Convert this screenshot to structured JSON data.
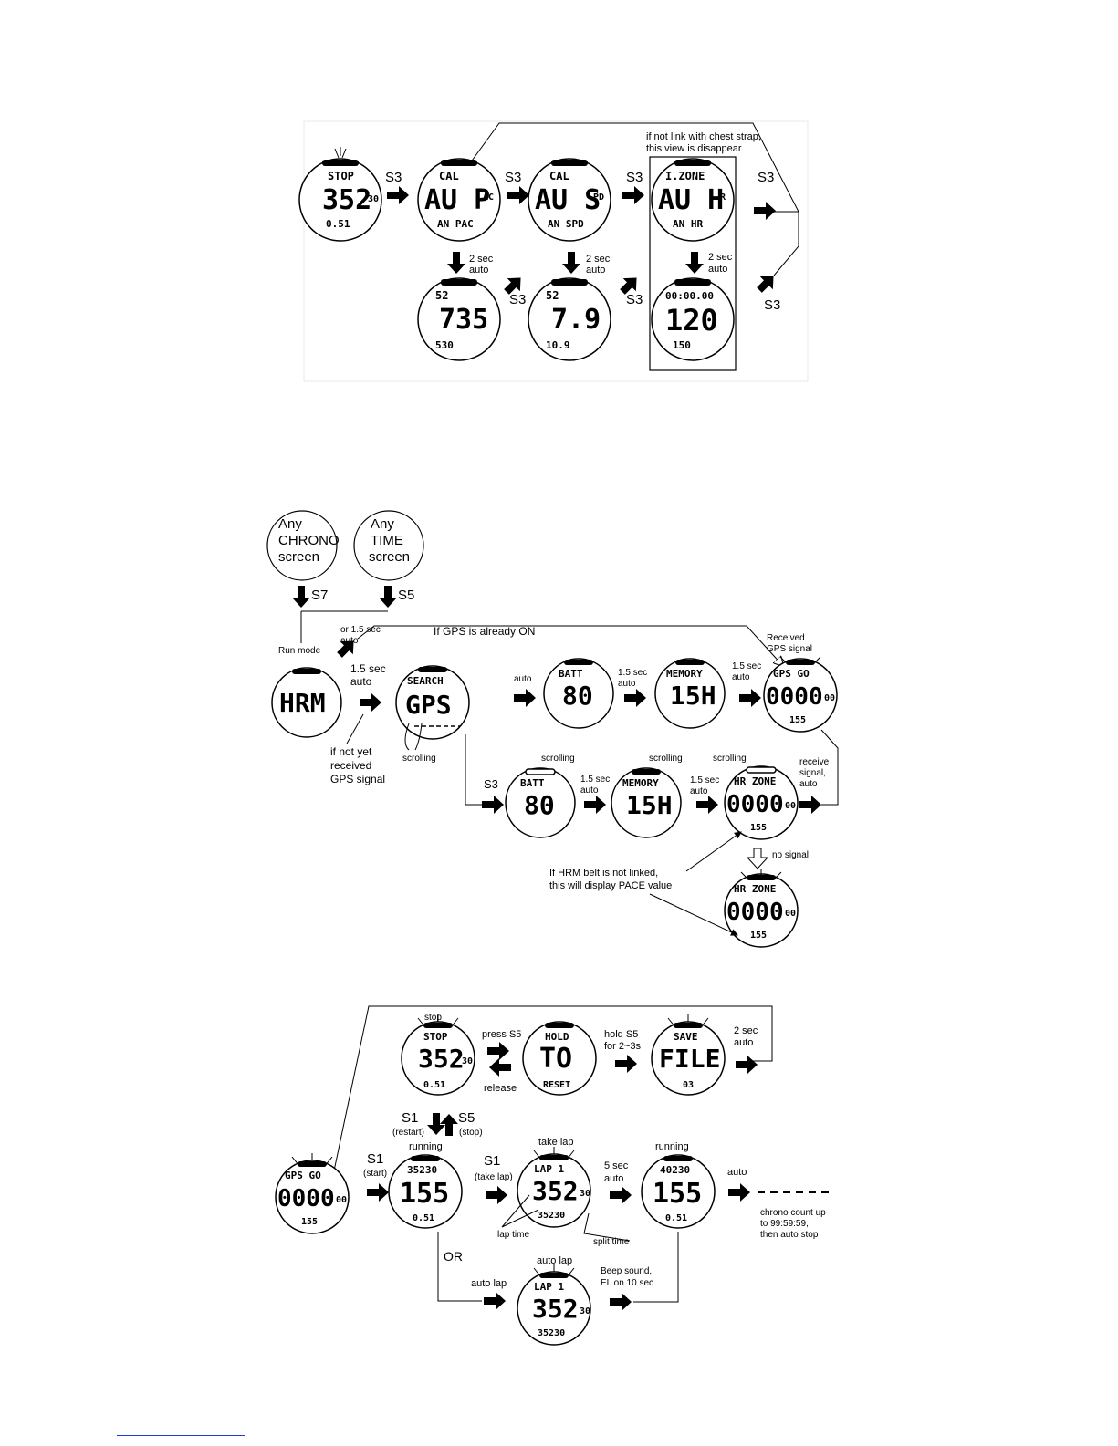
{
  "section1": {
    "note": [
      "if not link with chest strap,",
      "this view is disappear"
    ],
    "s3": "S3",
    "two_sec": "2 sec",
    "auto": "auto",
    "watches": {
      "stop": {
        "top": "STOP",
        "main": "352",
        "sub": "30",
        "bottom": "0.51"
      },
      "cal_pac": {
        "top": "CAL",
        "main": "AU P",
        "sub": "AC",
        "bottom": "AN PAC"
      },
      "cal_spd": {
        "top": "CAL",
        "main": "AU S",
        "sub": "PD",
        "bottom": "AN SPD"
      },
      "izone": {
        "top": "I.ZONE",
        "main": "AU H",
        "sub": "R",
        "bottom": "AN HR"
      },
      "pace": {
        "top": "52",
        "main": "735",
        "sub": "",
        "bottom": "530"
      },
      "speed": {
        "top": "52",
        "main": "7.9",
        "sub": "",
        "bottom": "10.9"
      },
      "hr": {
        "top": "00:00.00",
        "main": "120",
        "sub": "",
        "bottom": "150"
      }
    }
  },
  "section2": {
    "any_chrono": [
      "Any",
      "CHRONO",
      "screen"
    ],
    "any_time": [
      "Any",
      "TIME",
      "screen"
    ],
    "s7": "S7",
    "s5": "S5",
    "or_auto": [
      "or 1.5 sec",
      "auto"
    ],
    "run_mode": "Run mode",
    "if_gps_on": "If GPS is already ON",
    "received_gps": [
      "Received",
      "GPS signal"
    ],
    "one_five_sec": "1.5 sec",
    "auto": "auto",
    "not_yet": [
      "if not yet",
      "received",
      "GPS signal"
    ],
    "scrolling": "scrolling",
    "s3": "S3",
    "receive_signal": [
      "receive",
      "signal,",
      "auto"
    ],
    "no_signal": "no signal",
    "hrm_note": [
      "If HRM belt is not linked,",
      "this will display PACE value"
    ],
    "watches": {
      "hrm": {
        "top": "",
        "main": "HRM",
        "bottom": ""
      },
      "search": {
        "top": "SEARCH",
        "main": "GPS",
        "bottom": ""
      },
      "batt": {
        "top": "BATT",
        "main": "80",
        "bottom": ""
      },
      "memory": {
        "top": "MEMORY",
        "main": "15H",
        "bottom": ""
      },
      "gps_go": {
        "top": "GPS GO",
        "main": "0000",
        "sub": "00",
        "bottom": "155"
      },
      "batt2": {
        "top": "BATT",
        "main": "80",
        "bottom": ""
      },
      "memory2": {
        "top": "MEMORY",
        "main": "15H",
        "bottom": ""
      },
      "hrzone": {
        "top": "HR ZONE",
        "main": "0000",
        "sub": "00",
        "bottom": "155"
      },
      "hrzone2": {
        "top": "HR ZONE",
        "main": "0000",
        "sub": "00",
        "bottom": "155"
      }
    }
  },
  "section3": {
    "stop": "stop",
    "press_s5": "press S5",
    "release": "release",
    "hold_s5": [
      "hold S5",
      "for 2~3s"
    ],
    "two_sec_auto": [
      "2 sec",
      "auto"
    ],
    "s1": "S1",
    "restart": "(restart)",
    "s5": "S5",
    "stop_paren": "(stop)",
    "start": "(start)",
    "running": "running",
    "take_lap_paren": "(take lap)",
    "take_lap": "take lap",
    "five_sec_auto": [
      "5 sec",
      "auto"
    ],
    "auto": "auto",
    "chrono_note": [
      "chrono count up",
      "to 99:59:59,",
      "then auto stop"
    ],
    "lap_time": "lap time",
    "split_time": "split time",
    "or": "OR",
    "auto_lap": "auto lap",
    "beep": [
      "Beep sound,",
      "EL on 10 sec"
    ],
    "watches": {
      "stop": {
        "top": "STOP",
        "main": "352",
        "sub": "30",
        "bottom": "0.51"
      },
      "hold": {
        "top": "HOLD",
        "main": "TO",
        "sub": "",
        "bottom": "RESET"
      },
      "save": {
        "top": "SAVE",
        "main": "FILE",
        "sub": "",
        "bottom": "03"
      },
      "gps_go": {
        "top": "GPS GO",
        "main": "0000",
        "sub": "00",
        "bottom": "155"
      },
      "running1": {
        "top": "35230",
        "main": "155",
        "sub": "",
        "bottom": "0.51"
      },
      "lap": {
        "top": "LAP 1",
        "main": "352",
        "sub": "30",
        "bottom": "35230"
      },
      "running2": {
        "top": "40230",
        "main": "155",
        "sub": "",
        "bottom": "0.51"
      },
      "autolap": {
        "top": "LAP 1",
        "main": "352",
        "sub": "30",
        "bottom": "35230"
      }
    }
  }
}
